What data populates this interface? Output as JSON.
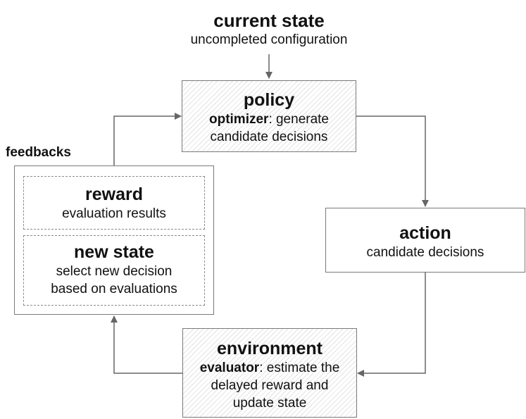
{
  "current_state": {
    "title": "current state",
    "subtitle": "uncompleted configuration"
  },
  "policy": {
    "title": "policy",
    "line1_bold": "optimizer",
    "line1_rest": ": generate",
    "line2": "candidate decisions"
  },
  "action": {
    "title": "action",
    "subtitle": "candidate decisions"
  },
  "environment": {
    "title": "environment",
    "line1_bold": "evaluator",
    "line1_rest": ": estimate the",
    "line2": "delayed reward and",
    "line3": "update state"
  },
  "feedbacks": {
    "label": "feedbacks",
    "reward": {
      "title": "reward",
      "subtitle": "evaluation results"
    },
    "new_state": {
      "title": "new state",
      "line1": "select new decision",
      "line2": "based on evaluations"
    }
  },
  "colors": {
    "line": "#666666",
    "border": "#7a7a7a",
    "hatch": "#e3e3e3"
  }
}
